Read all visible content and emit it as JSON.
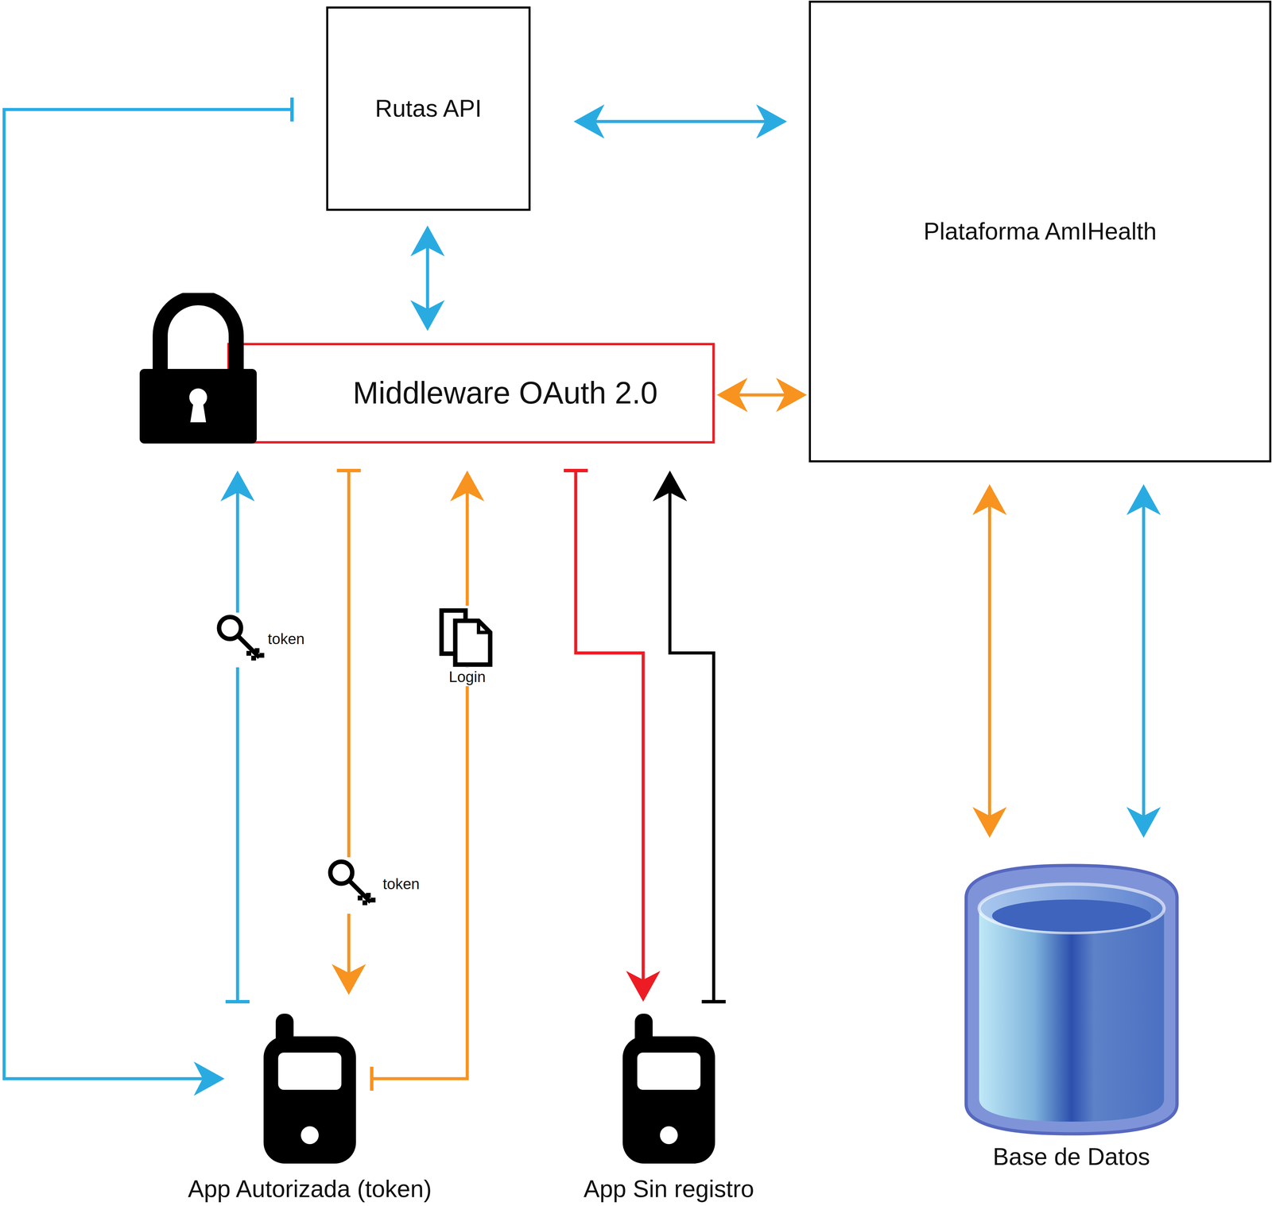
{
  "diagram": {
    "nodes": [
      {
        "text": [
          "Rutas API"
        ]
      },
      {
        "text": [
          "Plataforma AmIHealth"
        ]
      },
      {
        "text": [
          "Middleware OAuth 2.0"
        ]
      },
      {
        "text": [
          "App Autorizada (token)"
        ]
      },
      {
        "text": [
          "App Sin registro"
        ]
      },
      {
        "text": [
          "Base de Datos"
        ]
      }
    ],
    "edges": [
      {
        "from": 0,
        "to": 1,
        "arrow": "both"
      },
      {
        "from": 0,
        "to": 2,
        "arrow": "both"
      },
      {
        "from": 2,
        "to": 1,
        "arrow": "both"
      },
      {
        "from": 1,
        "to": 5,
        "arrow": "both"
      },
      {
        "from": 1,
        "to": 5,
        "arrow": "both"
      },
      {
        "from": 3,
        "to": 2,
        "arrow": "to",
        "label": "token"
      },
      {
        "from": 2,
        "to": 3,
        "arrow": "to",
        "label": "token"
      },
      {
        "from": 3,
        "to": 2,
        "arrow": "to",
        "label": "Login"
      },
      {
        "from": 2,
        "to": 4,
        "arrow": "to"
      },
      {
        "from": 4,
        "to": 2,
        "arrow": "to"
      },
      {
        "from": 0,
        "to": 3,
        "arrow": "to"
      }
    ]
  }
}
